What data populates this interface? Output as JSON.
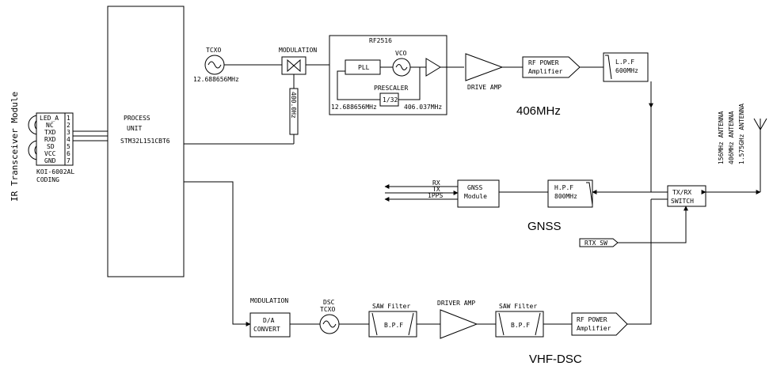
{
  "side_title": "IR Transceiver Module",
  "connector": {
    "pins": [
      "LED_A",
      "NC",
      "TXD",
      "RXD",
      "SD",
      "VCC",
      "GND"
    ],
    "numbers": [
      "1",
      "2",
      "3",
      "4",
      "5",
      "6",
      "7"
    ],
    "part": "KOI-6002AL",
    "coding": "CODING"
  },
  "process_unit": {
    "line1": "PROCESS",
    "line2": "UNIT",
    "line3": "STM32L151CBT6"
  },
  "tcxo": {
    "label": "TCXO",
    "freq": "12.688656MHz"
  },
  "modulation_top": {
    "label": "MODULATION",
    "lpf": "400.0Hz"
  },
  "rf2516": {
    "title": "RF2516",
    "pll": "PLL",
    "vco": "VCO",
    "prescaler": "PRESCALER",
    "div": "1/32",
    "in_freq": "12.688656MHz",
    "out_freq": "406.037MHz"
  },
  "drive_amp": "DRIVE AMP",
  "rf_power_top": {
    "line1": "RF POWER",
    "line2": "Amplifier"
  },
  "lpf": {
    "line1": "L.P.F",
    "line2": "600MHz"
  },
  "band_406": "406MHz",
  "antenna": {
    "line1": "156MHz ANTENNA",
    "line2": "406MHz ANTENNA",
    "line3": "1.575GHz ANTENNA"
  },
  "gnss": {
    "rx": "RX",
    "tx": "TX",
    "pps": "1PPS",
    "module_line1": "GNSS",
    "module_line2": "Module",
    "hpf_line1": "H.P.F",
    "hpf_line2": "800MHz",
    "title": "GNSS"
  },
  "txrx_switch": {
    "line1": "TX/RX",
    "line2": "SWITCH"
  },
  "rtx_sw": "RTX SW",
  "dsc": {
    "modulation": "MODULATION",
    "da_line1": "D/A",
    "da_line2": "CONVERT",
    "tcxo_line1": "DSC",
    "tcxo_line2": "TCXO",
    "saw1": "SAW Filter",
    "bpf1": "B.P.F",
    "driver_amp": "DRIVER AMP",
    "saw2": "SAW Filter",
    "bpf2": "B.P.F",
    "rf_power_line1": "RF POWER",
    "rf_power_line2": "Amplifier",
    "title": "VHF-DSC"
  }
}
